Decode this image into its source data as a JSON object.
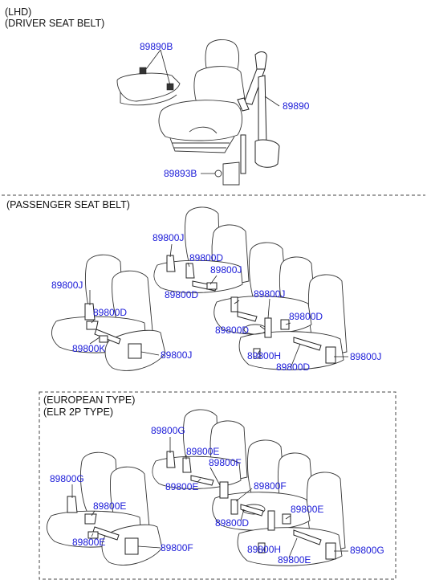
{
  "headers": {
    "lhd": "(LHD)",
    "driver": "(DRIVER SEAT BELT)",
    "passenger": "(PASSENGER SEAT BELT)",
    "european": "(EUROPEAN TYPE)",
    "elr": "(ELR 2P TYPE)"
  },
  "driver_parts": {
    "p89890b": "89890B",
    "p89890": "89890",
    "p89893b": "89893B"
  },
  "passenger_parts": {
    "j_left": "89800J",
    "d_left": "89800D",
    "k_left": "89800K",
    "j_left_bottom": "89800J",
    "j_top": "89800J",
    "d_mid1": "89800D",
    "j_mid1": "89800J",
    "d_mid2": "89800D",
    "j_mid2": "89800J",
    "d_mid3": "89800D",
    "d_right": "89800D",
    "h_mid": "89800H",
    "d_bottom": "89800D",
    "j_right": "89800J"
  },
  "european_parts": {
    "g_left": "89800G",
    "e_left": "89800E",
    "e_left_bottom": "89800E",
    "f_left_bottom": "89800F",
    "g_top": "89800G",
    "e_mid1": "89800E",
    "f_mid1": "89800F",
    "e_mid2": "89800E",
    "f_mid2": "89800F",
    "d_mid": "89800D",
    "e_right": "89800E",
    "h_mid": "89800H",
    "e_bottom": "89800E",
    "g_right": "89800G"
  }
}
